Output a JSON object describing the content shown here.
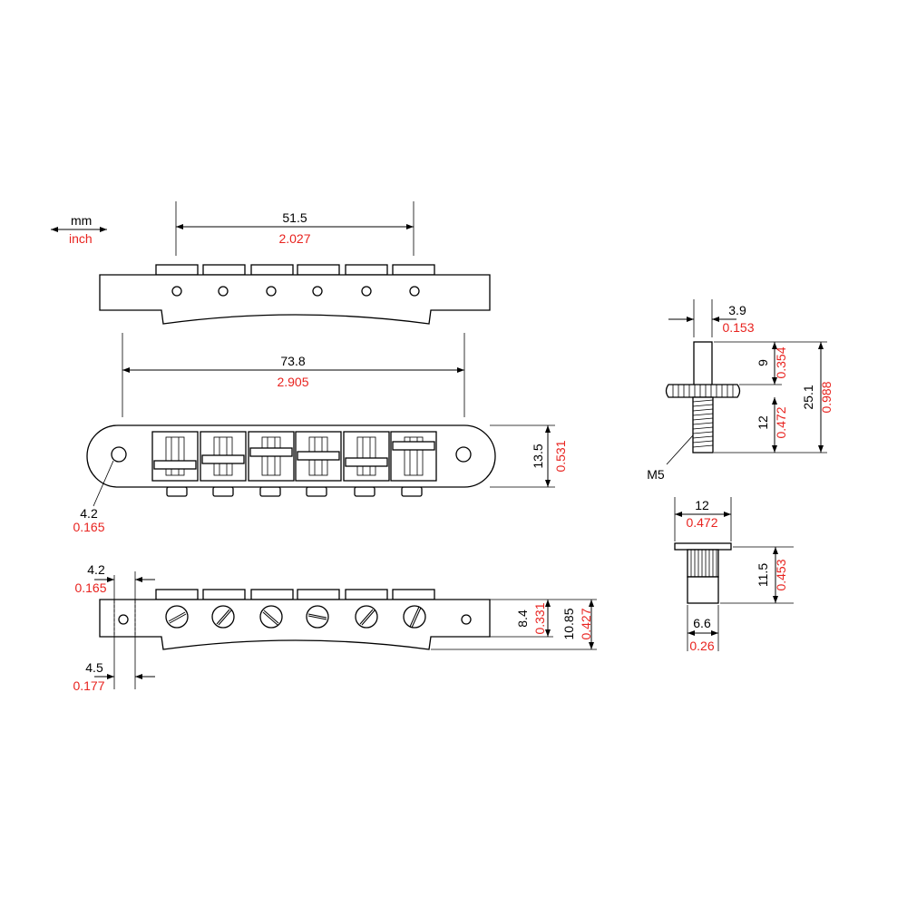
{
  "legend": {
    "metric": "mm",
    "imperial": "inch"
  },
  "colors": {
    "metric": "#000000",
    "imperial": "#e8231f"
  },
  "dimensions": {
    "saddle_span": {
      "mm": "51.5",
      "inch": "2.027"
    },
    "total_length": {
      "mm": "73.8",
      "inch": "2.905"
    },
    "body_width": {
      "mm": "13.5",
      "inch": "0.531"
    },
    "post_hole": {
      "mm": "4.2",
      "inch": "0.165"
    },
    "end_top": {
      "mm": "4.2",
      "inch": "0.165"
    },
    "end_bottom": {
      "mm": "4.5",
      "inch": "0.177"
    },
    "body_height": {
      "mm": "8.4",
      "inch": "0.331"
    },
    "total_height": {
      "mm": "10.85",
      "inch": "0.427"
    },
    "post_tip_dia": {
      "mm": "3.9",
      "inch": "0.153"
    },
    "post_upper": {
      "mm": "9",
      "inch": "0.354"
    },
    "post_thread": {
      "mm": "12",
      "inch": "0.472"
    },
    "post_total": {
      "mm": "25.1",
      "inch": "0.988"
    },
    "thread_size": "M5",
    "anchor_flange": {
      "mm": "12",
      "inch": "0.472"
    },
    "anchor_height": {
      "mm": "11.5",
      "inch": "0.453"
    },
    "anchor_body_dia": {
      "mm": "6.6",
      "inch": "0.26"
    }
  }
}
